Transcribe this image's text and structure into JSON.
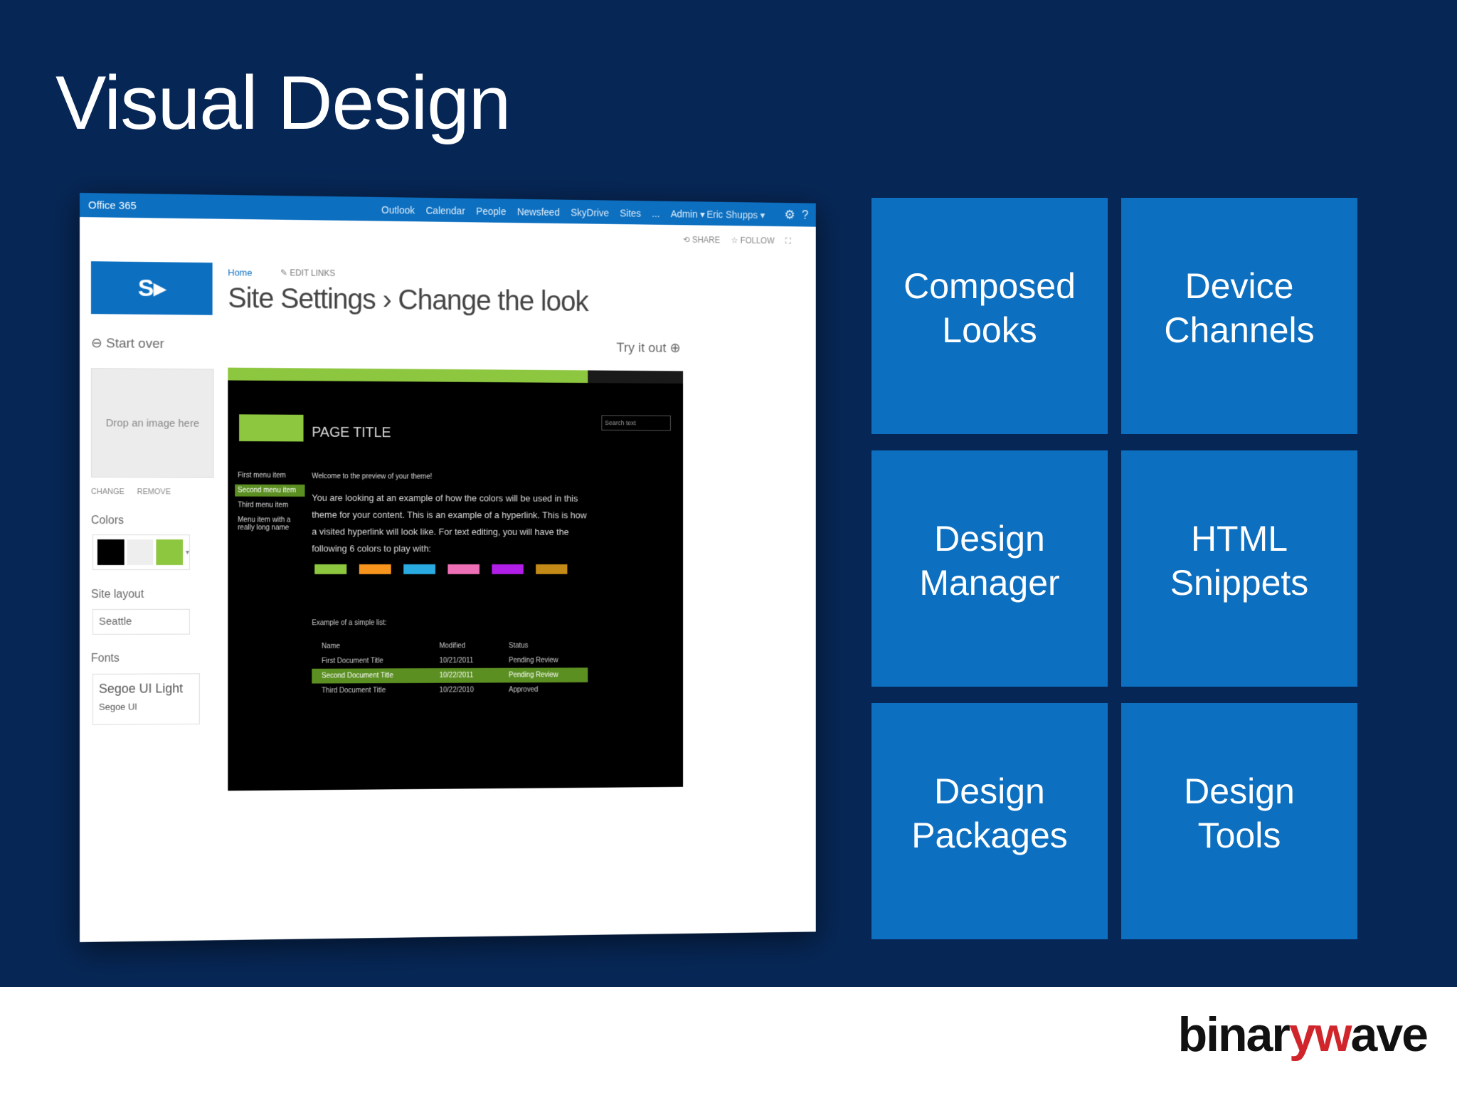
{
  "slide": {
    "title": "Visual Design",
    "tiles": [
      {
        "label": "Composed\nLooks"
      },
      {
        "label": "Device\nChannels"
      },
      {
        "label": "Design\nManager"
      },
      {
        "label": "HTML\nSnippets"
      },
      {
        "label": "Design\nPackages"
      },
      {
        "label": "Design\nTools"
      }
    ],
    "logo_prefix": "binar",
    "logo_mid": "yw",
    "logo_suffix": "ave"
  },
  "screenshot": {
    "suitebar": {
      "brand": "Office 365",
      "nav": [
        "Outlook",
        "Calendar",
        "People",
        "Newsfeed",
        "SkyDrive",
        "Sites",
        "...",
        "Admin ▾"
      ],
      "user": "Eric Shupps ▾"
    },
    "actions": {
      "share": "SHARE",
      "follow": "FOLLOW"
    },
    "breadcrumb": {
      "home": "Home",
      "edit_links": "EDIT LINKS"
    },
    "page_heading": "Site Settings › Change the look",
    "start_over": "Start over",
    "try_it_out": "Try it out",
    "drop_image": "Drop an image here",
    "change": "CHANGE",
    "remove": "REMOVE",
    "colors_label": "Colors",
    "site_layout_label": "Site layout",
    "site_layout_value": "Seattle",
    "fonts_label": "Fonts",
    "font_heading": "Segoe UI Light",
    "font_body": "Segoe UI",
    "swatch_colors": [
      "#000000",
      "#eeeeee",
      "#8dc63f"
    ],
    "preview": {
      "page_title": "PAGE TITLE",
      "search": "Search text",
      "menu": [
        "First menu item",
        "Second menu item",
        "Third menu item",
        "Menu item with a really long name"
      ],
      "welcome": "Welcome to the preview of your theme!",
      "body": "You are looking at an example of how the colors will be used in this theme for your content. This is an example of a hyperlink. This is how a visited hyperlink will look like. For text editing, you will have the following 6 colors to play with:",
      "accent_colors": [
        "#8dc63f",
        "#f7941d",
        "#29abe2",
        "#ee6fb6",
        "#b01ee8",
        "#c48a17"
      ],
      "example_list": "Example of a simple list:",
      "table_headers": [
        "Name",
        "Modified",
        "Status"
      ],
      "table_rows": [
        [
          "First Document Title",
          "10/21/2011",
          "Pending Review"
        ],
        [
          "Second Document Title",
          "10/22/2011",
          "Pending Review"
        ],
        [
          "Third Document Title",
          "10/22/2010",
          "Approved"
        ]
      ]
    }
  }
}
